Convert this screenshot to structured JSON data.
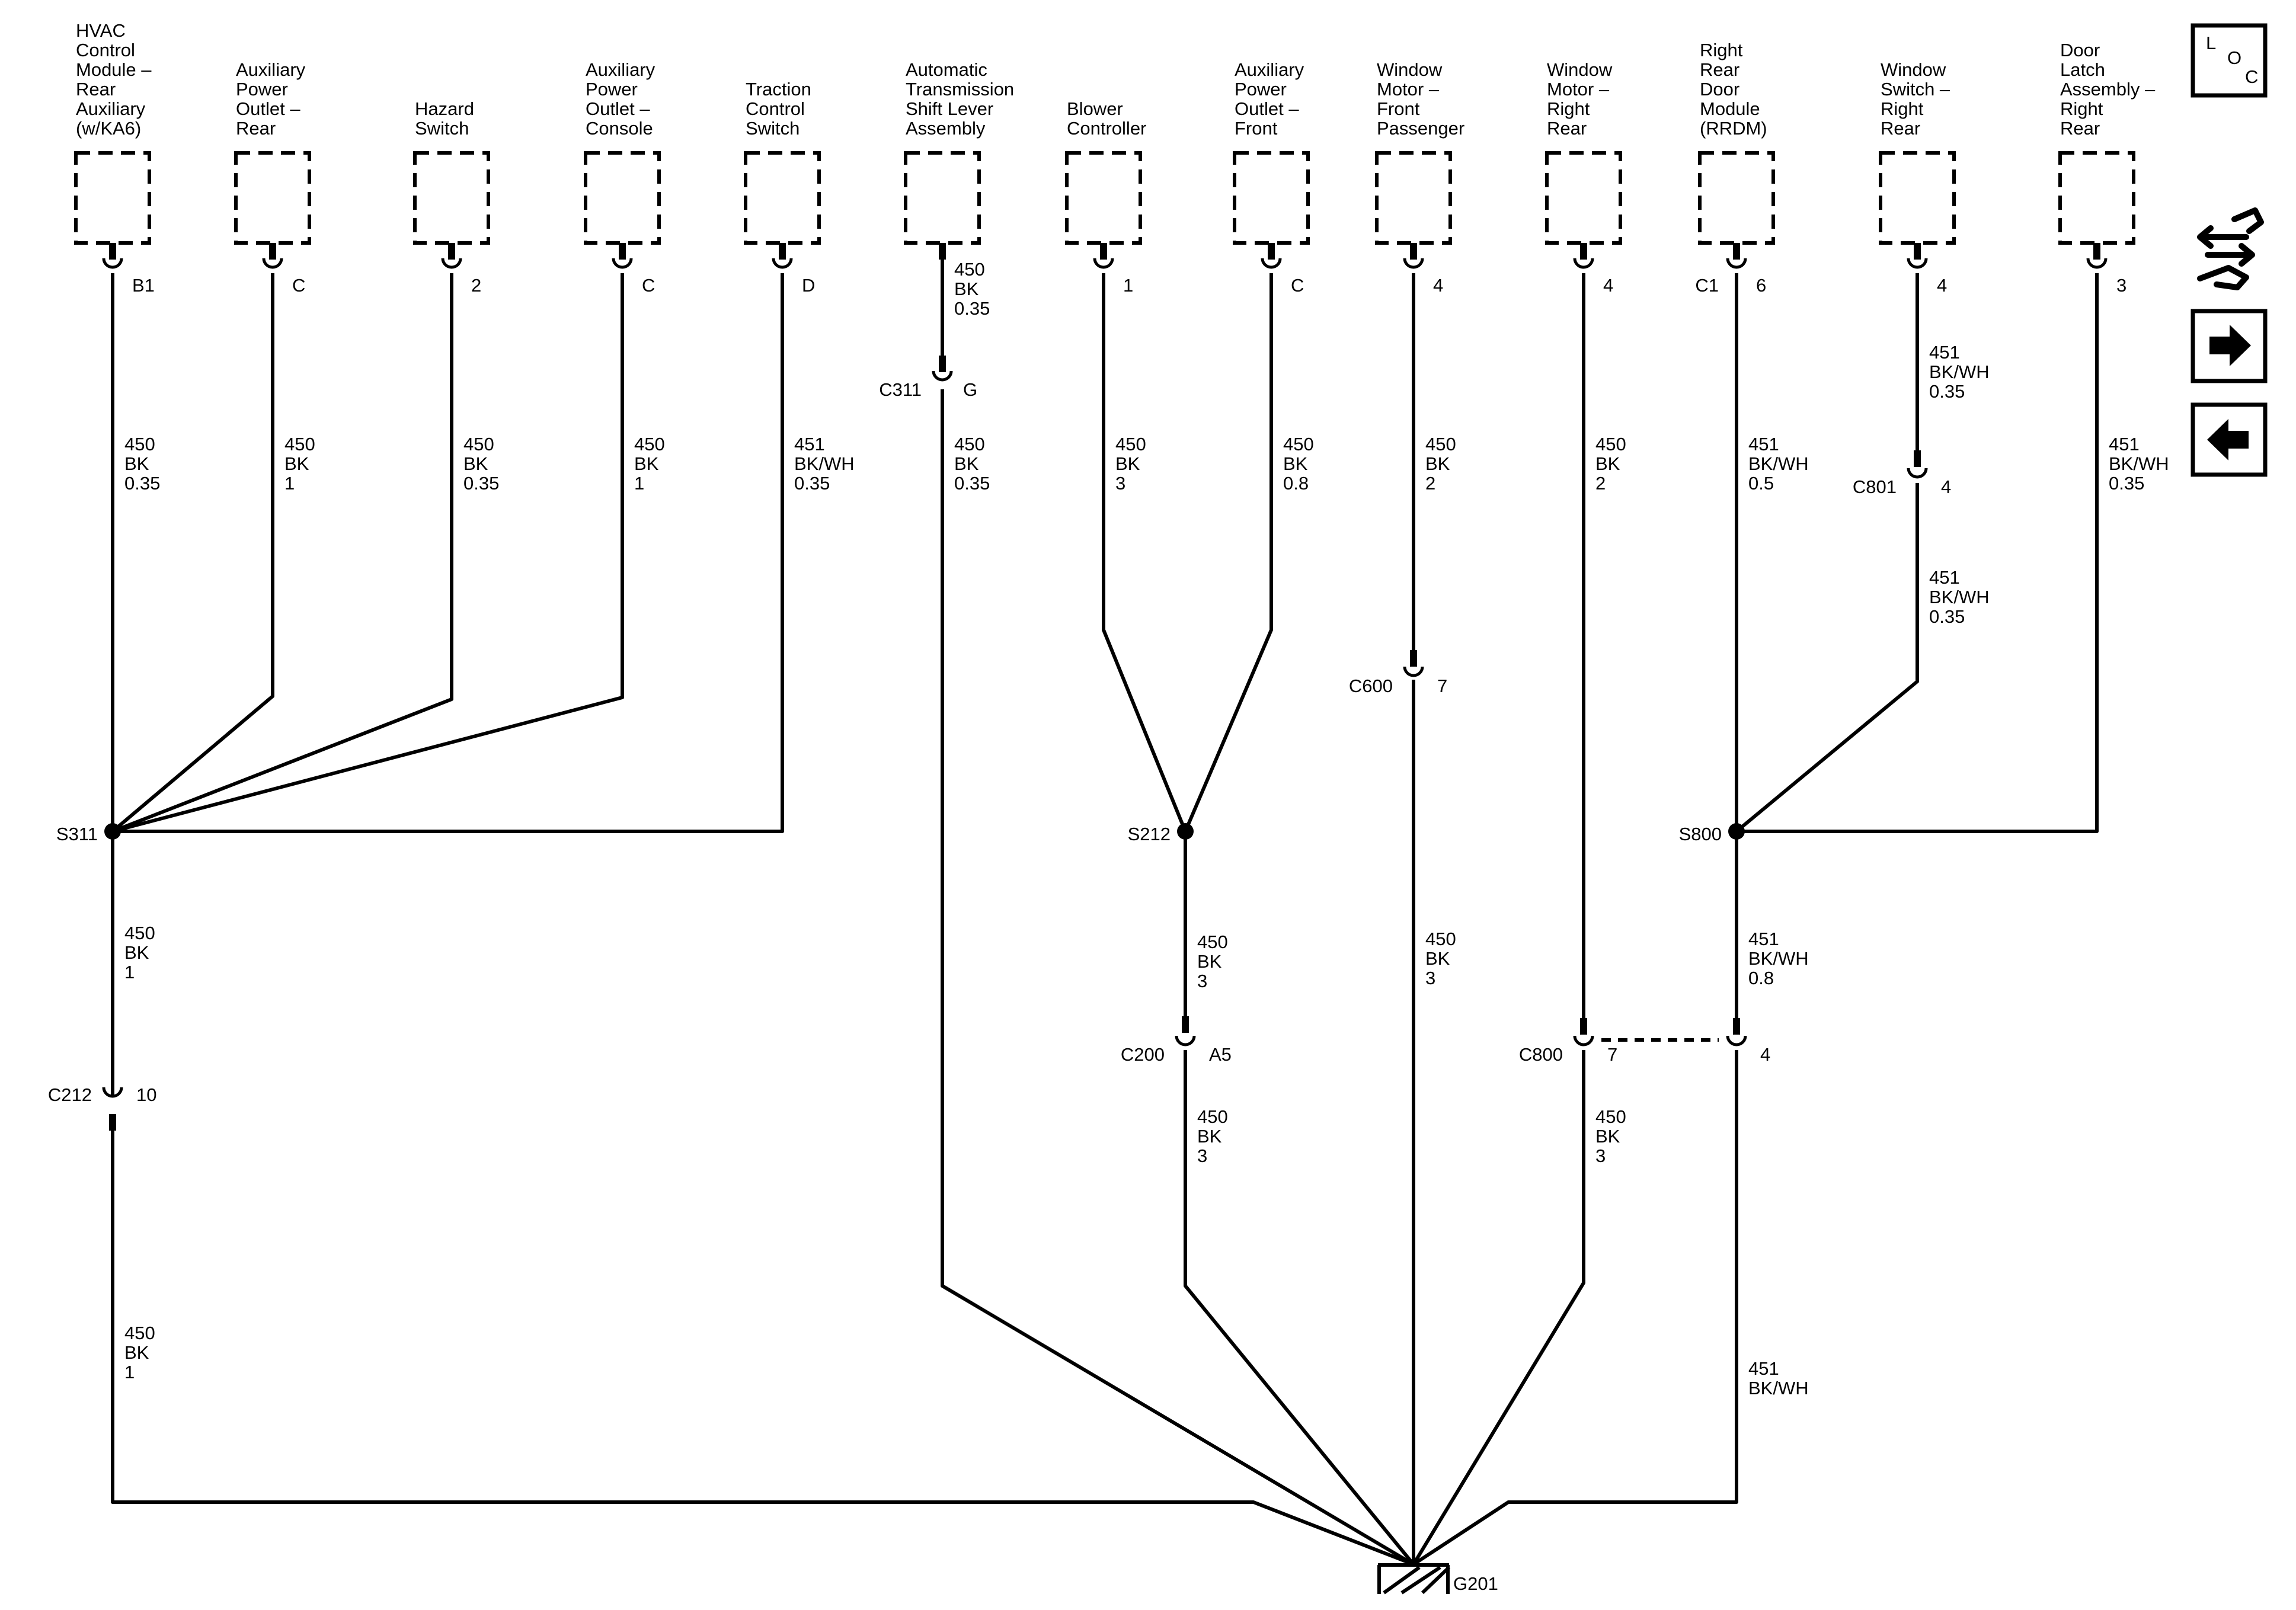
{
  "components": [
    {
      "name": [
        "HVAC",
        "Control",
        "Module –",
        "Rear",
        "Auxiliary",
        "(w/KA6)"
      ],
      "pin": "B1",
      "wire": [
        "450",
        "BK",
        "0.35"
      ]
    },
    {
      "name": [
        "Auxiliary",
        "Power",
        "Outlet –",
        "Rear"
      ],
      "pin": "C",
      "wire": [
        "450",
        "BK",
        "1"
      ]
    },
    {
      "name": [
        "Hazard",
        "Switch"
      ],
      "pin": "2",
      "wire": [
        "450",
        "BK",
        "0.35"
      ]
    },
    {
      "name": [
        "Auxiliary",
        "Power",
        "Outlet –",
        "Console"
      ],
      "pin": "C",
      "wire": [
        "450",
        "BK",
        "1"
      ]
    },
    {
      "name": [
        "Traction",
        "Control",
        "Switch"
      ],
      "pin": "D",
      "wire": [
        "451",
        "BK/WH",
        "0.35"
      ]
    },
    {
      "name": [
        "Automatic",
        "Transmission",
        "Shift Lever",
        "Assembly"
      ],
      "pin": "",
      "wire": [
        "450",
        "BK",
        "0.35"
      ]
    },
    {
      "name": [
        "Blower",
        "Controller"
      ],
      "pin": "1",
      "wire": [
        "450",
        "BK",
        "3"
      ]
    },
    {
      "name": [
        "Auxiliary",
        "Power",
        "Outlet –",
        "Front"
      ],
      "pin": "C",
      "wire": [
        "450",
        "BK",
        "0.8"
      ]
    },
    {
      "name": [
        "Window",
        "Motor –",
        "Front",
        "Passenger"
      ],
      "pin": "4",
      "wire": [
        "450",
        "BK",
        "2"
      ]
    },
    {
      "name": [
        "Window",
        "Motor –",
        "Right",
        "Rear"
      ],
      "pin": "4",
      "wire": [
        "450",
        "BK",
        "2"
      ]
    },
    {
      "name": [
        "Right",
        "Rear",
        "Door",
        "Module",
        "(RRDM)"
      ],
      "pin": "6",
      "pin_left": "C1",
      "wire": [
        "451",
        "BK/WH",
        "0.5"
      ]
    },
    {
      "name": [
        "Window",
        "Switch –",
        "Right",
        "Rear"
      ],
      "pin": "4",
      "wire": [
        "451",
        "BK/WH",
        "0.35"
      ]
    },
    {
      "name": [
        "Door",
        "Latch",
        "Assembly –",
        "Right",
        "Rear"
      ],
      "pin": "3",
      "wire": [
        "451",
        "BK/WH",
        "0.35"
      ]
    }
  ],
  "connectors": {
    "c311": {
      "name": "C311",
      "pin": "G",
      "wire": [
        "450",
        "BK",
        "0.35"
      ]
    },
    "c600": {
      "name": "C600",
      "pin": "7"
    },
    "c801": {
      "name": "C801",
      "pin": "4",
      "wire": [
        "451",
        "BK/WH",
        "0.35"
      ]
    },
    "c212": {
      "name": "C212",
      "pin": "10"
    },
    "c200": {
      "name": "C200",
      "pin": "A5"
    },
    "c800a": {
      "name": "C800",
      "pin": "7"
    },
    "c800b": {
      "pin": "4"
    }
  },
  "splices": {
    "s311": "S311",
    "s212": "S212",
    "s800": "S800"
  },
  "mid_wires": {
    "s311_down": [
      "450",
      "BK",
      "1"
    ],
    "s212_down": [
      "450",
      "BK",
      "3"
    ],
    "c600_down": [
      "450",
      "BK",
      "3"
    ],
    "s800_down": [
      "451",
      "BK/WH",
      "0.8"
    ],
    "c212_down": [
      "450",
      "BK",
      "1"
    ],
    "c200_down": [
      "450",
      "BK",
      "3"
    ],
    "c800_down": [
      "450",
      "BK",
      "3"
    ],
    "c800b_down": [
      "451",
      "BK/WH"
    ]
  },
  "ground": "G201",
  "nav": {
    "loc_letters": [
      "L",
      "O",
      "C"
    ],
    "icons": [
      "connector-tools-icon",
      "arrow-right-icon",
      "arrow-left-icon"
    ]
  }
}
